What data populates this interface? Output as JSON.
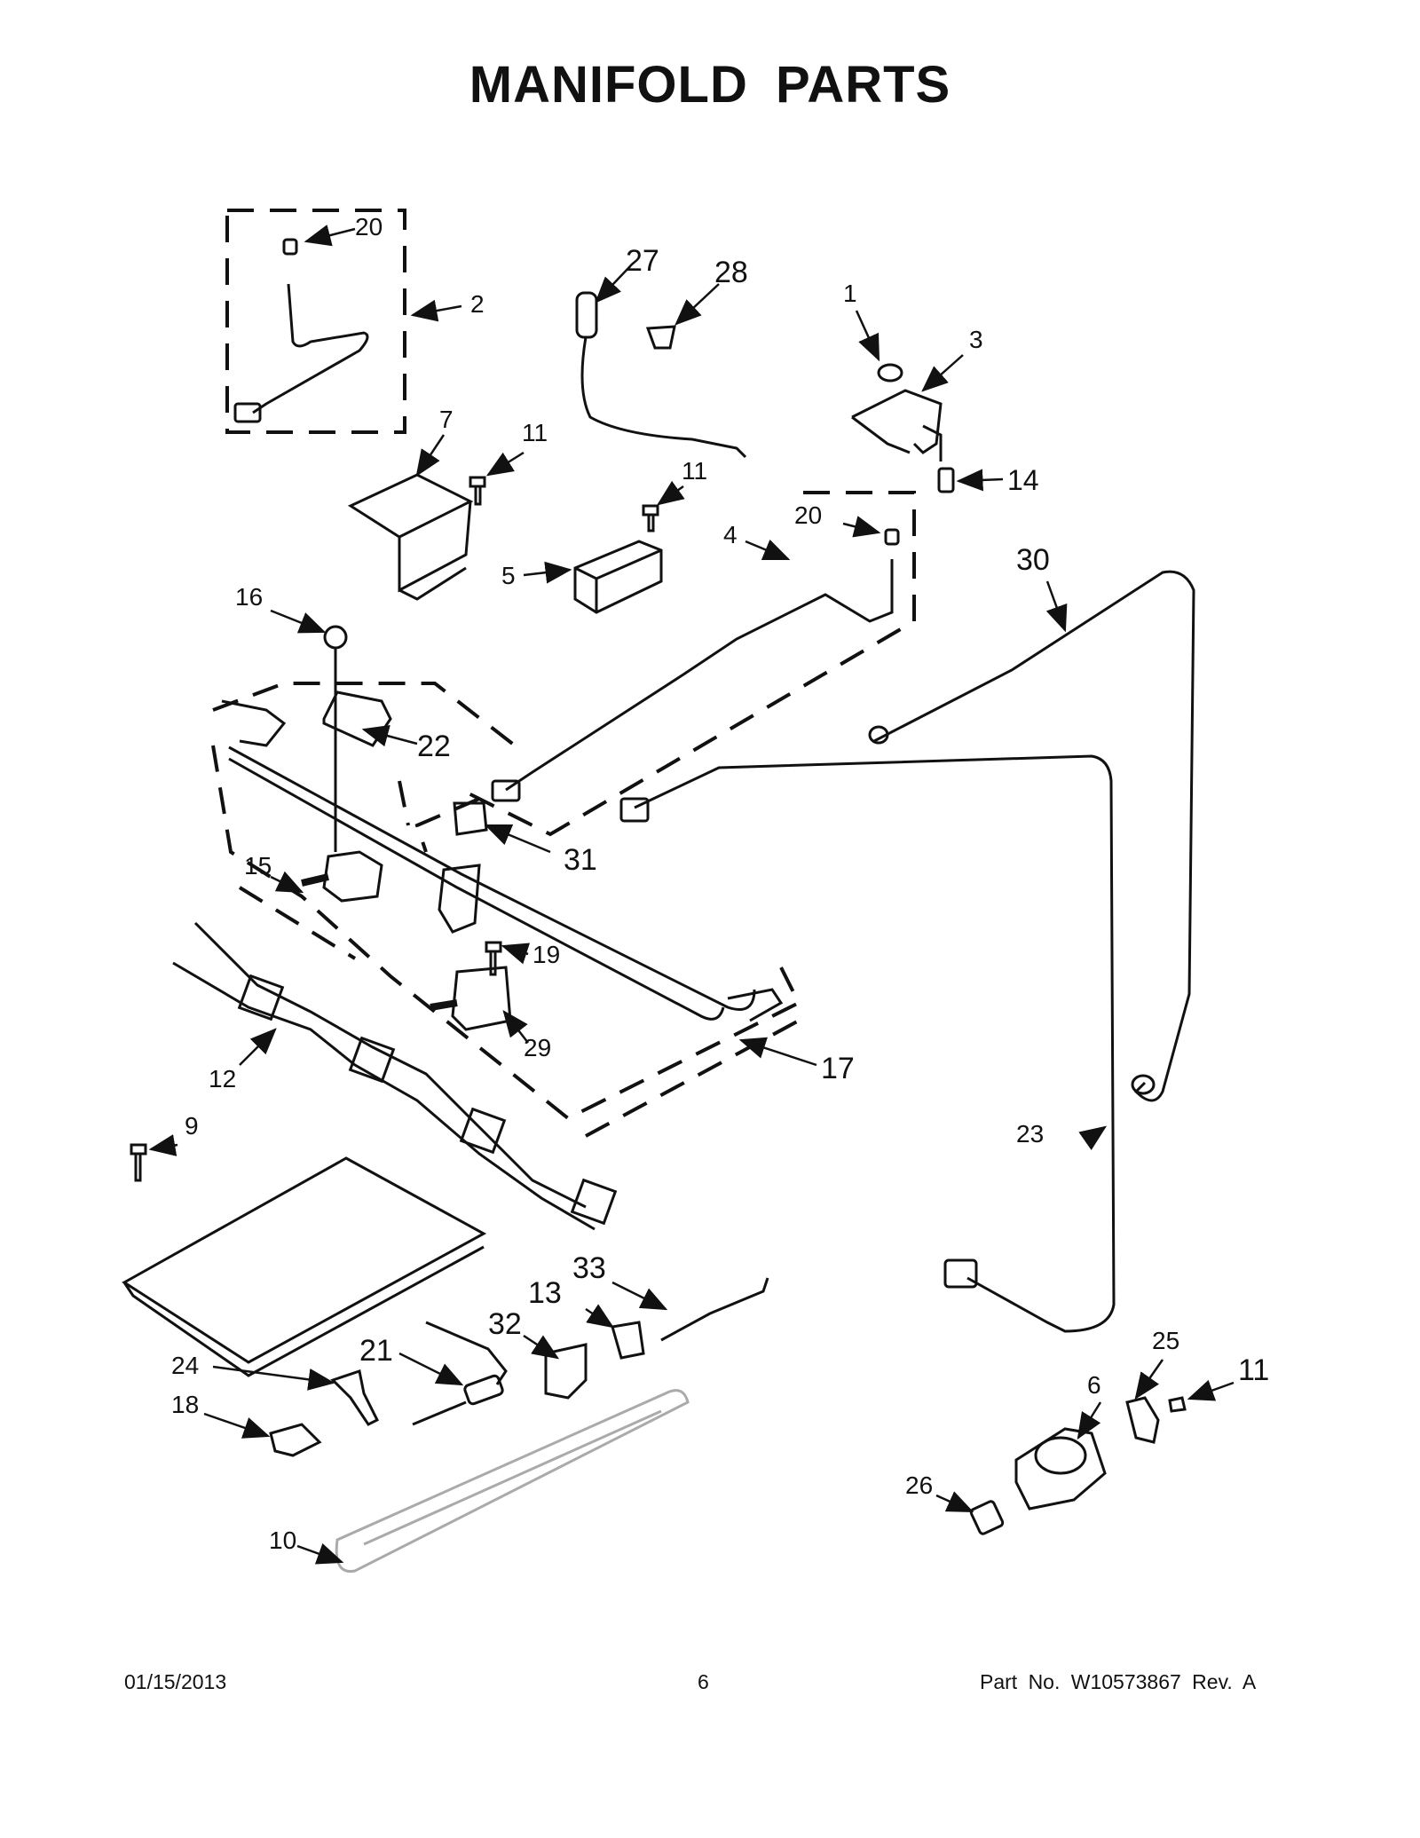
{
  "title": "MANIFOLD PARTS",
  "footer": {
    "date": "01/15/2013",
    "page": "6",
    "part_number": "Part No.  W10573867   Rev.  A"
  },
  "callouts": {
    "c1": "1",
    "c2": "2",
    "c3": "3",
    "c4": "4",
    "c5": "5",
    "c6": "6",
    "c7": "7",
    "c9": "9",
    "c10": "10",
    "c11a": "11",
    "c11b": "11",
    "c11c": "11",
    "c12": "12",
    "c13": "13",
    "c14": "14",
    "c15": "15",
    "c16": "16",
    "c17": "17",
    "c18": "18",
    "c19": "19",
    "c20a": "20",
    "c20b": "20",
    "c21": "21",
    "c22": "22",
    "c23": "23",
    "c24": "24",
    "c25": "25",
    "c26": "26",
    "c27": "27",
    "c28": "28",
    "c29": "29",
    "c30": "30",
    "c31": "31",
    "c32": "32",
    "c33": "33"
  }
}
